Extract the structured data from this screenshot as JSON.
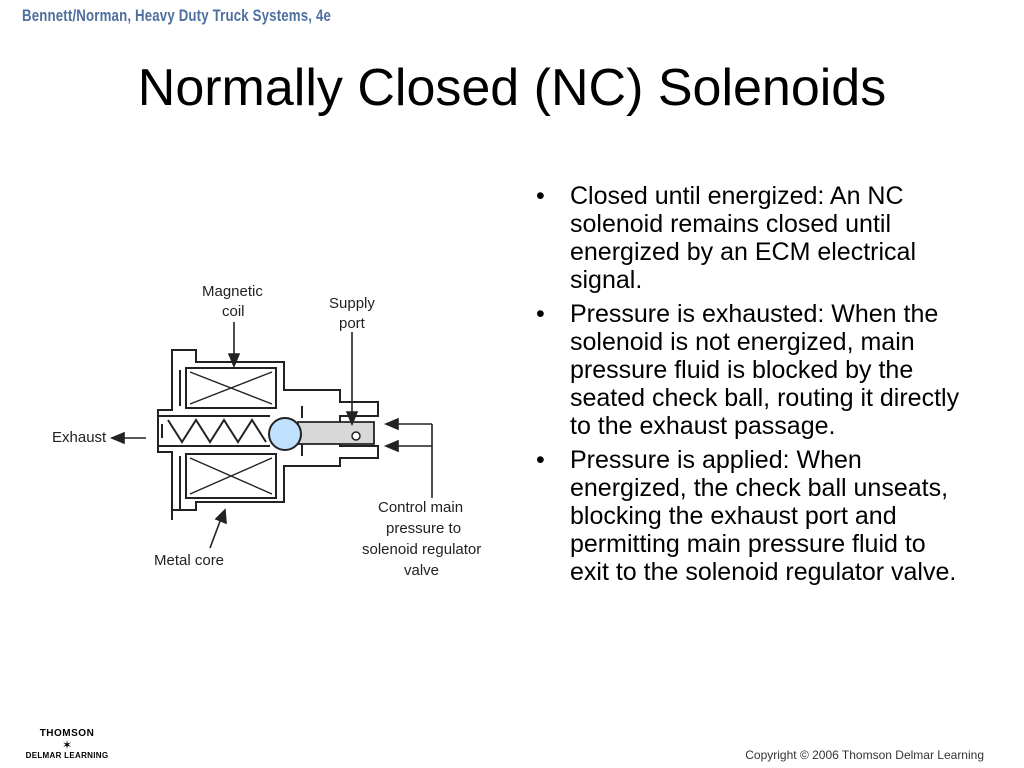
{
  "header": {
    "book": "Bennett/Norman, Heavy Duty Truck Systems, 4e"
  },
  "slide": {
    "title": "Normally Closed (NC) Solenoids"
  },
  "bullets": [
    "Closed until energized:  An NC solenoid remains closed until energized by an ECM electrical signal.",
    "Pressure is exhausted: When the solenoid is not energized, main pressure fluid is blocked by the seated check ball, routing it directly to the exhaust passage.",
    "Pressure is applied:  When energized, the check ball unseats, blocking the exhaust port and permitting main pressure fluid to exit to the solenoid regulator valve."
  ],
  "bullet_symbol": "•",
  "diagram": {
    "labels": {
      "magnetic": "Magnetic",
      "coil": "coil",
      "supply": "Supply",
      "port": "port",
      "exhaust": "Exhaust",
      "control1": "Control main",
      "control2": "pressure to",
      "control3": "solenoid regulator",
      "control4": "valve",
      "metal_core": "Metal core"
    },
    "ball_color": "#bfe0ff"
  },
  "footer": {
    "logo_top": "THOMSON",
    "logo_star": "✶",
    "logo_bottom": "DELMAR LEARNING",
    "copyright": "Copyright © 2006 Thomson Delmar Learning"
  }
}
